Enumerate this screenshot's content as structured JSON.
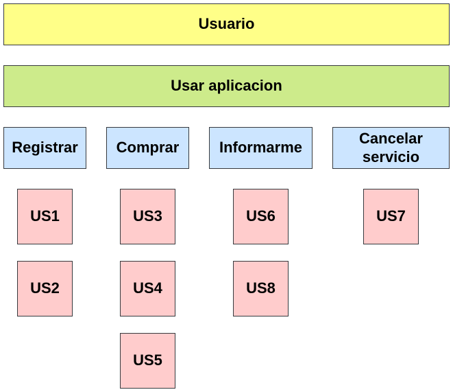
{
  "diagram": {
    "actor": {
      "label": "Usuario",
      "color": "#ffff88"
    },
    "goal": {
      "label": "Usar aplicacion",
      "color": "#cdeb8b"
    },
    "activities": [
      {
        "label": "Registrar",
        "stories": [
          "US1",
          "US2"
        ]
      },
      {
        "label": "Comprar",
        "stories": [
          "US3",
          "US4",
          "US5"
        ]
      },
      {
        "label": "Informarme",
        "stories": [
          "US6",
          "US8"
        ]
      },
      {
        "label": "Cancelar servicio",
        "stories": [
          "US7"
        ]
      }
    ],
    "activity_color": "#cce5ff",
    "story_color": "#ffcccc"
  }
}
